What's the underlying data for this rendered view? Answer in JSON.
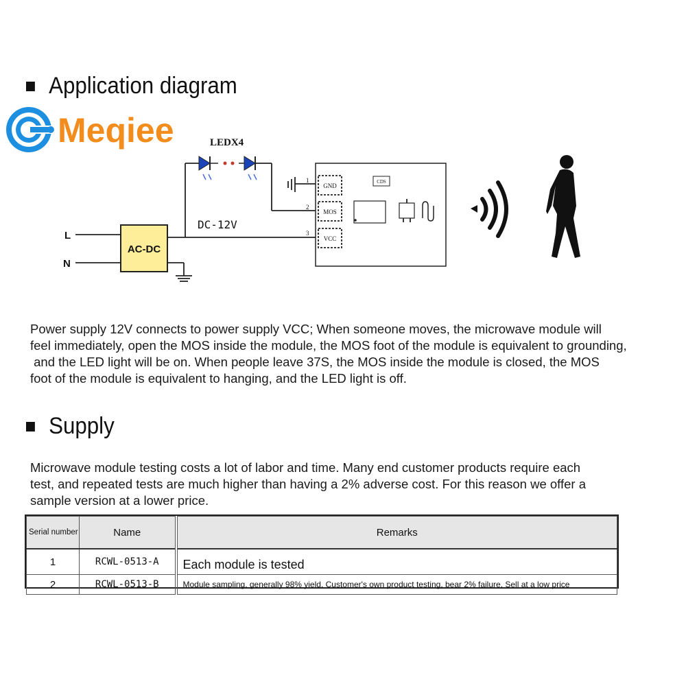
{
  "brand": {
    "name": "Meqiee",
    "colors": {
      "logo_blue": "#1d8fe0",
      "logo_orange": "#f28c1c"
    }
  },
  "section_application": {
    "title": "Application diagram"
  },
  "diagram": {
    "led_label": "LEDX4",
    "voltage_label": "DC-12V",
    "converter_label": "AC-DC",
    "converter_color": "#ffee99",
    "input_line": "L",
    "input_neutral": "N",
    "pins": [
      {
        "number": "1",
        "label": "GND"
      },
      {
        "number": "2",
        "label": "MOS"
      },
      {
        "number": "3",
        "label": "VCC"
      }
    ],
    "module_chip_label": "CDS",
    "icons": [
      "led-icon",
      "ground-icon",
      "wireless-signal-icon",
      "walking-person-icon"
    ]
  },
  "description": {
    "lines": [
      "Power supply 12V connects to power supply VCC; When someone moves, the microwave module will",
      "feel immediately, open the MOS inside the module, the MOS foot of the module is equivalent to grounding,",
      " and the LED light will be on. When people leave 37S, the MOS inside the module is closed, the MOS",
      "foot of the module is equivalent to hanging, and the LED light is off."
    ]
  },
  "section_supply": {
    "title": "Supply",
    "lines": [
      "Microwave module testing costs a lot of labor and time. Many end customer products require each",
      "test, and repeated tests are much higher than having a 2% adverse cost. For this reason we offer a",
      "sample version at a lower price."
    ]
  },
  "table": {
    "headers": {
      "serial": "Serial number",
      "name": "Name",
      "remarks": "Remarks"
    },
    "rows": [
      {
        "serial": "1",
        "name": "RCWL-0513-A",
        "remarks": "Each module is tested"
      },
      {
        "serial": "2",
        "name": "RCWL-0513-B",
        "remarks": "Module sampling, generally 98% yield. Customer's own product testing, bear 2% failure. Sell at a low price"
      }
    ]
  }
}
